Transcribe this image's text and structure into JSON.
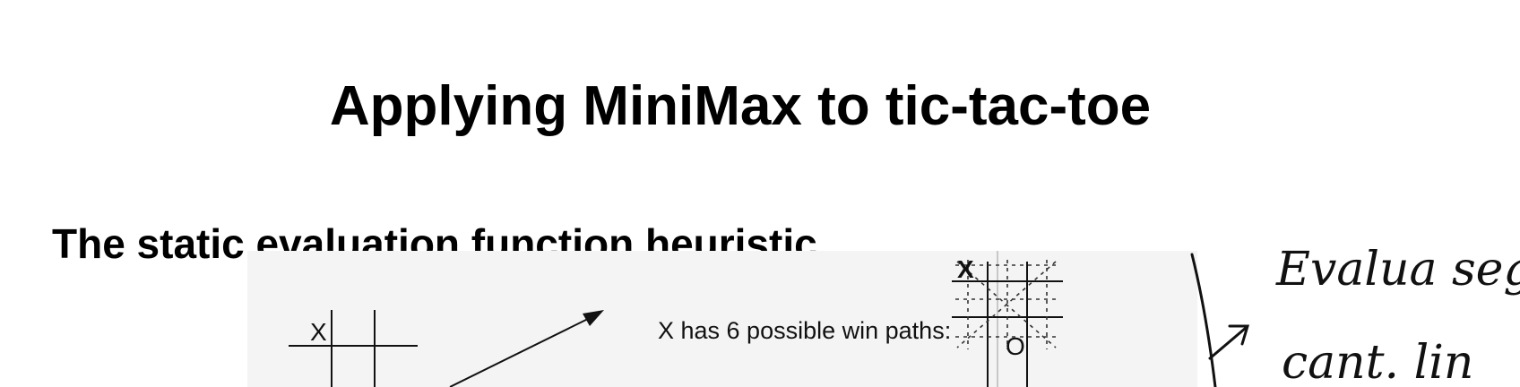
{
  "slide": {
    "title": "Applying MiniMax to tic-tac-toe",
    "subtitle": "The static evaluation function heuristic"
  },
  "figure": {
    "board_mark_x": "X",
    "board_mark_o": "O",
    "win_paths_label": "X has 6 possible win paths:"
  },
  "handwriting": {
    "line1": "Evalua seg",
    "line2": "cant. lin"
  },
  "colors": {
    "text": "#000000",
    "scan_background": "#f4f4f4",
    "ink": "#111111"
  }
}
